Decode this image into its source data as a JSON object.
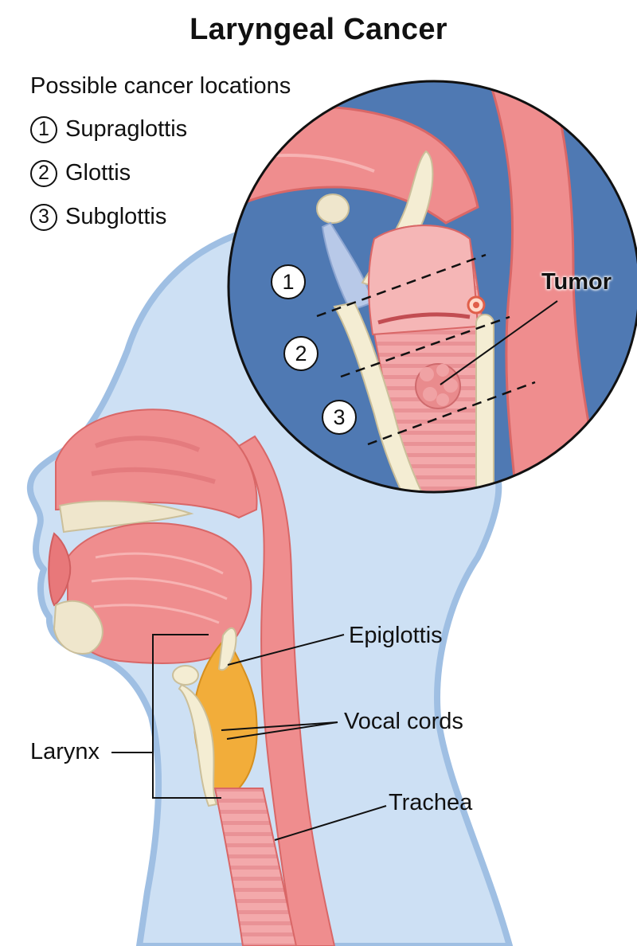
{
  "title": "Laryngeal Cancer",
  "legend": {
    "heading": "Possible cancer locations",
    "items": [
      {
        "number": "1",
        "label": "Supraglottis"
      },
      {
        "number": "2",
        "label": "Glottis"
      },
      {
        "number": "3",
        "label": "Subglottis"
      }
    ]
  },
  "inset": {
    "zones": [
      "1",
      "2",
      "3"
    ],
    "tumor_label": "Tumor"
  },
  "labels": {
    "epiglottis": "Epiglottis",
    "vocal_cords": "Vocal cords",
    "larynx": "Larynx",
    "trachea": "Trachea"
  },
  "colors": {
    "skin": "#cde0f4",
    "skin_outline": "#9fbfe3",
    "tissue": "#ef8d8e",
    "tissue_dark": "#d96767",
    "bone": "#efe6cc",
    "larynx_highlight": "#f2ad3a",
    "inset_background": "#4f79b3"
  }
}
